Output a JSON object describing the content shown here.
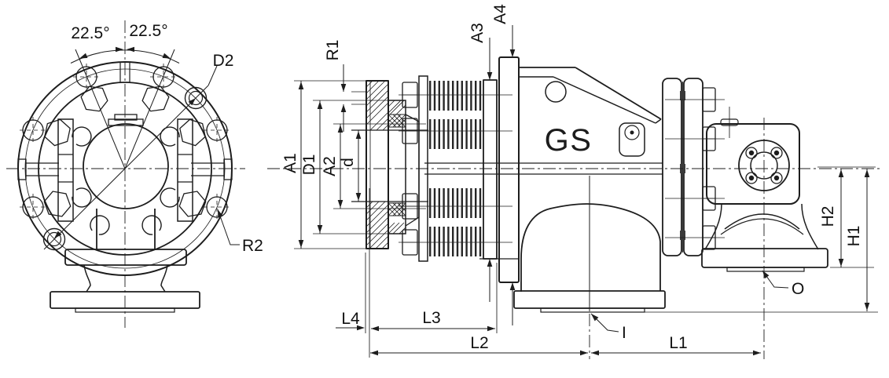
{
  "drawing": {
    "type": "technical-sectional-assembly-drawing",
    "brand_label": "GS",
    "colors": {
      "background": "#ffffff",
      "line": "#1d1d1d",
      "label": "#101010"
    },
    "front_view": {
      "angle_left": "22.5°",
      "angle_right": "22.5°",
      "callout_bolt_circle": "D2",
      "callout_bolt_hole": "R2"
    },
    "side_view": {
      "dimensions": {
        "a1": "A1",
        "d1": "D1",
        "a2": "A2",
        "shaft": "d",
        "r1": "R1",
        "a3": "A3",
        "a4": "A4",
        "h1": "H1",
        "h2": "H2",
        "l1": "L1",
        "l2": "L2",
        "l3": "L3",
        "l4": "L4"
      },
      "ports": {
        "inlet": "I",
        "outlet": "O"
      }
    }
  }
}
